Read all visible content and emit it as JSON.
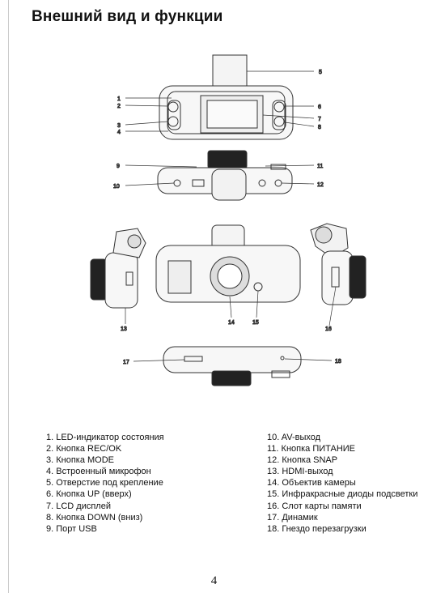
{
  "title": "Внешний вид и функции",
  "page_number": "4",
  "callout_labels": [
    "1",
    "2",
    "3",
    "4",
    "5",
    "6",
    "7",
    "8",
    "9",
    "10",
    "11",
    "12",
    "13",
    "14",
    "15",
    "16",
    "17",
    "18"
  ],
  "legend_left": [
    "1. LED-индикатор состояния",
    "2. Кнопка REC/OK",
    "3. Кнопка MODE",
    "4.  Встроенный микрофон",
    "5. Отверстие под крепление",
    "6. Кнопка UP (вверх)",
    "7. LCD дисплей",
    "8. Кнопка DOWN (вниз)",
    "9. Порт USB"
  ],
  "legend_right": [
    "10. AV-выход",
    "11. Кнопка ПИТАНИЕ",
    "12. Кнопка SNAP",
    "13. HDMI-выход",
    "14. Объектив камеры",
    "15. Инфракрасные диоды подсветки",
    "16. Слот карты памяти",
    "17. Динамик",
    "18. Гнездо перезагрузки"
  ]
}
